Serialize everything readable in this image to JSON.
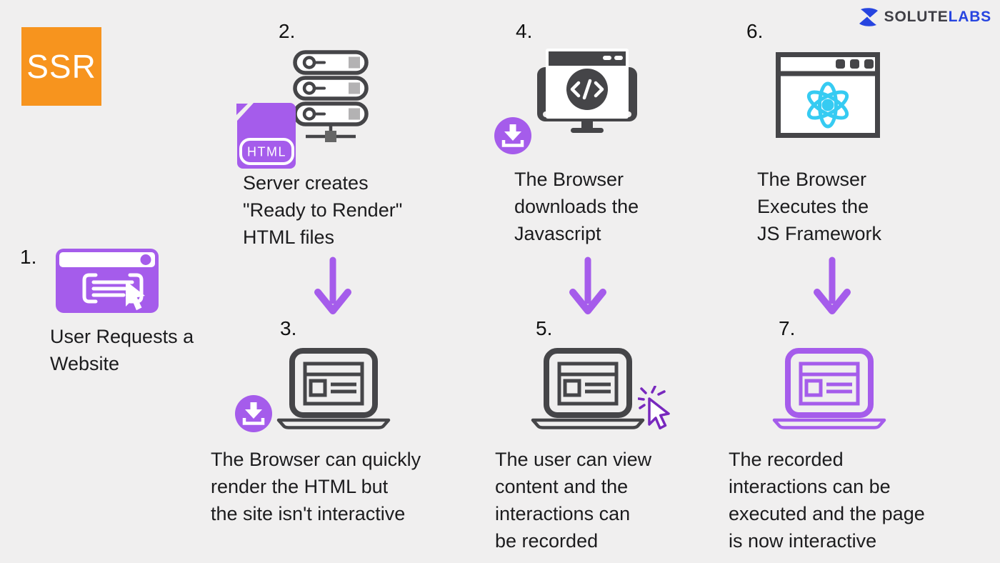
{
  "badge": {
    "label": "SSR",
    "bg": "#F7941E",
    "text_color": "#FFFFFF"
  },
  "logo": {
    "part1": "SOLUTE",
    "part2": "LABS",
    "part1_color": "#3F3F46",
    "part2_color": "#2745E0"
  },
  "colors": {
    "background": "#F0EFEF",
    "purple": "#A55CEB",
    "dark_icon": "#454548",
    "react_cyan": "#36CBF2",
    "click_cursor_purple": "#7828BE",
    "orange": "#F7941E",
    "text": "#1C1C1E"
  },
  "html_file_label": "HTML",
  "steps": [
    {
      "number": "1.",
      "icon": "browser-request-icon",
      "lines": [
        "User Requests a",
        "Website"
      ]
    },
    {
      "number": "2.",
      "icon": "server-stack-icon + html-file-icon",
      "lines": [
        "Server creates",
        "\"Ready to Render\"",
        "HTML files"
      ]
    },
    {
      "number": "3.",
      "icon": "laptop-icon + download-icon",
      "lines": [
        "The Browser can quickly",
        "render the HTML but",
        "the site isn't interactive"
      ]
    },
    {
      "number": "4.",
      "icon": "monitor-code-icon + download-icon",
      "lines": [
        "The Browser",
        "downloads the",
        "Javascript"
      ]
    },
    {
      "number": "5.",
      "icon": "laptop-icon + click-cursor-icon",
      "lines": [
        "The user can view",
        "content and the",
        "interactions can",
        "be recorded"
      ]
    },
    {
      "number": "6.",
      "icon": "browser-react-icon",
      "lines": [
        "The Browser",
        "Executes the",
        "JS Framework"
      ]
    },
    {
      "number": "7.",
      "icon": "laptop-purple-icon",
      "lines": [
        "The recorded",
        "interactions can be",
        "executed and the page",
        "is now interactive"
      ]
    }
  ]
}
